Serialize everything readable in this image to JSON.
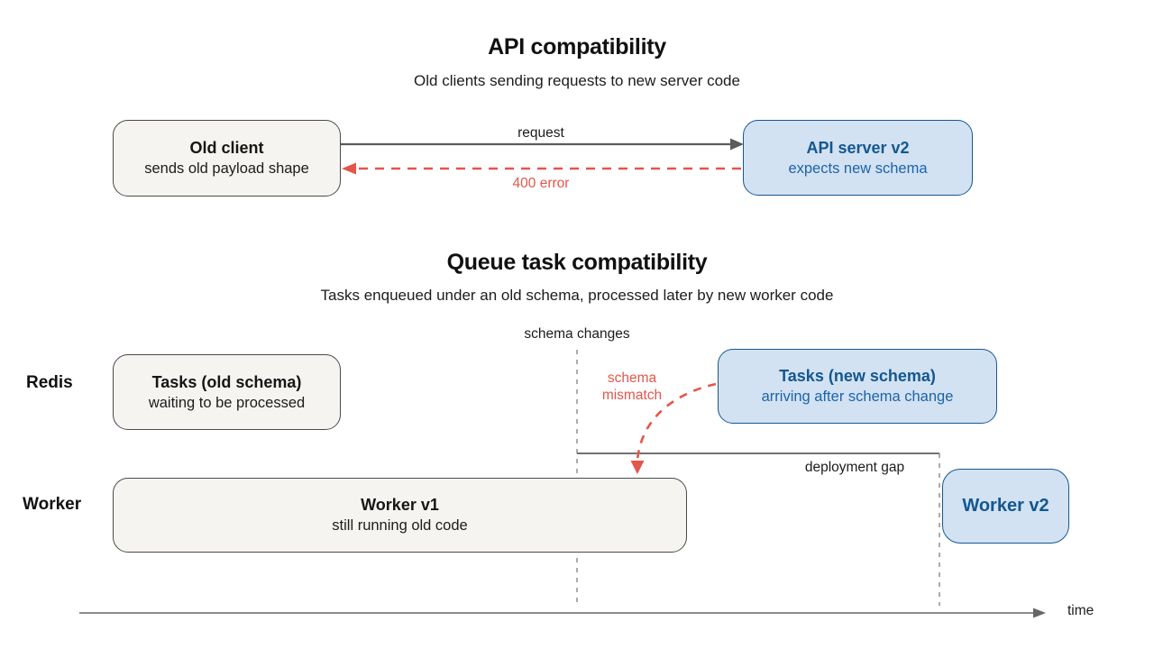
{
  "colors": {
    "gray_box_fill": "#f5f4f1",
    "gray_box_border": "#4a4a4a",
    "blue_box_fill": "#d2e2f2",
    "blue_box_border": "#16578f",
    "blue_title_text": "#14578f",
    "blue_sub_text": "#1e63a8",
    "red_accent": "#e4554a",
    "solid_arrow_gray": "#5c5c5c",
    "dashed_guide_gray": "#888888"
  },
  "api_section": {
    "title": "API compatibility",
    "subtitle": "Old clients sending requests to new server code",
    "old_client": {
      "title": "Old client",
      "subtitle": "sends old payload shape"
    },
    "api_server": {
      "title": "API server v2",
      "subtitle": "expects new schema"
    },
    "request_label": "request",
    "error_label": "400 error"
  },
  "queue_section": {
    "title": "Queue task compatibility",
    "subtitle": "Tasks enqueued under an old schema, processed later by new worker code",
    "schema_changes_label": "schema changes",
    "schema_mismatch_label": "schema mismatch",
    "deployment_gap_label": "deployment gap",
    "time_label": "time",
    "lanes": [
      {
        "label": "Redis"
      },
      {
        "label": "Worker"
      }
    ],
    "tasks_old": {
      "title": "Tasks (old schema)",
      "subtitle": "waiting to be processed"
    },
    "tasks_new": {
      "title": "Tasks (new schema)",
      "subtitle": "arriving after schema change"
    },
    "worker_v1": {
      "title": "Worker v1",
      "subtitle": "still running old code"
    },
    "worker_v2": {
      "title": "Worker v2"
    }
  }
}
